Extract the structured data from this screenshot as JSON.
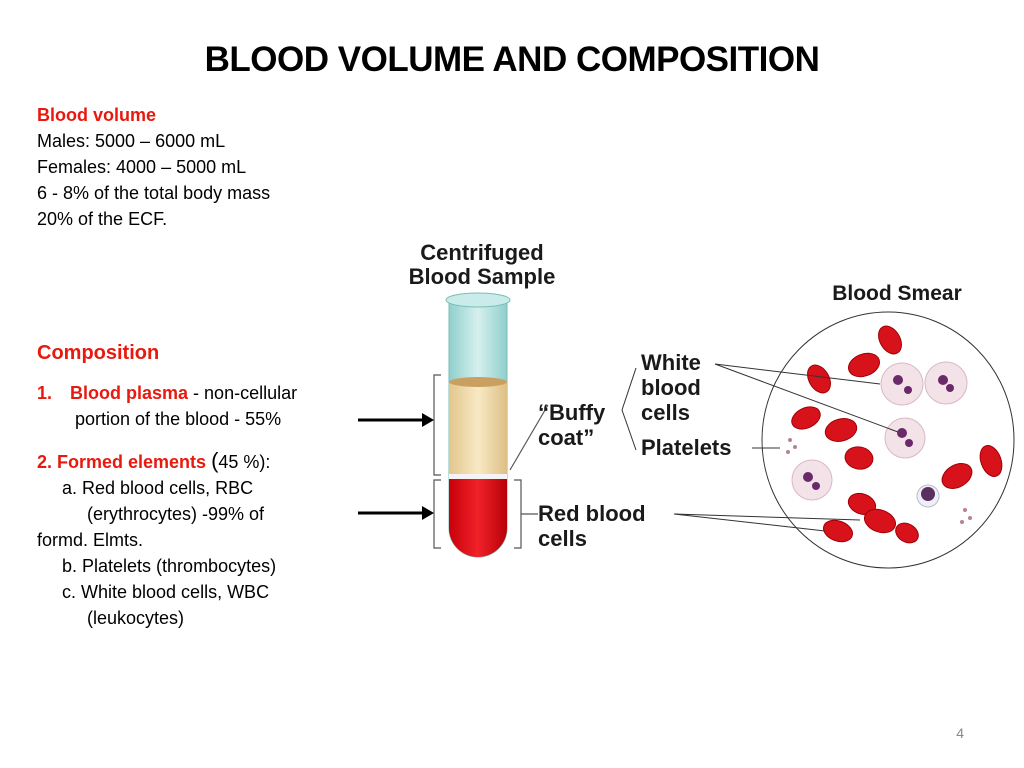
{
  "title": "BLOOD VOLUME AND COMPOSITION",
  "blood_volume": {
    "heading": "Blood volume",
    "lines": [
      "Males: 5000 – 6000 mL",
      "Females: 4000 – 5000 mL",
      "6 - 8% of the total body mass",
      "20% of the ECF."
    ]
  },
  "composition": {
    "heading": "Composition",
    "item1_num": "1.",
    "item1_term": "Blood plasma",
    "item1_rest": " - non-cellular",
    "item1_line2": "portion of the blood - 55%",
    "item2_term": "2. Formed elements",
    "item2_paren": "(",
    "item2_rest": "45 %):",
    "sub": [
      "a. Red blood cells, RBC",
      "(erythrocytes) -99% of",
      "formd. Elmts.",
      "b. Platelets (thrombocytes)",
      "c. White blood cells, WBC",
      "(leukocytes)"
    ]
  },
  "diagram": {
    "tube_title": [
      "Centrifuged",
      "Blood Sample"
    ],
    "smear_title": "Blood Smear",
    "buffy": [
      "“Buffy",
      "coat”"
    ],
    "wbc": [
      "White",
      "blood",
      "cells"
    ],
    "platelets": "Platelets",
    "rbc": [
      "Red blood",
      "cells"
    ]
  },
  "page_number": "4"
}
